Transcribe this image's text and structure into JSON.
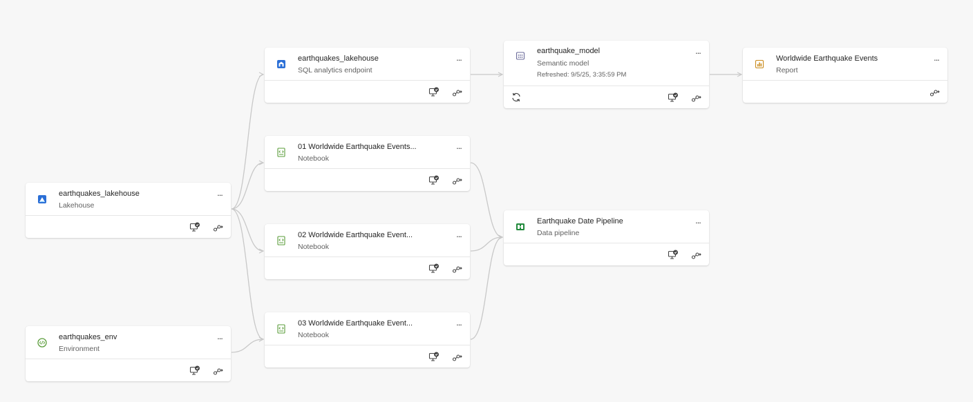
{
  "nodes": {
    "lakehouse": {
      "title": "earthquakes_lakehouse",
      "subtitle": "Lakehouse"
    },
    "env": {
      "title": "earthquakes_env",
      "subtitle": "Environment"
    },
    "sql": {
      "title": "earthquakes_lakehouse",
      "subtitle": "SQL analytics endpoint"
    },
    "nb1": {
      "title": "01 Worldwide Earthquake Events...",
      "subtitle": "Notebook"
    },
    "nb2": {
      "title": "02 Worldwide Earthquake Event...",
      "subtitle": "Notebook"
    },
    "nb3": {
      "title": "03 Worldwide Earthquake Event...",
      "subtitle": "Notebook"
    },
    "model": {
      "title": "earthquake_model",
      "subtitle": "Semantic model",
      "refreshed": "Refreshed: 9/5/25, 3:35:59 PM"
    },
    "pipeline": {
      "title": "Earthquake Date Pipeline",
      "subtitle": "Data pipeline"
    },
    "report": {
      "title": "Worldwide Earthquake Events",
      "subtitle": "Report"
    }
  },
  "common": {
    "more_label": "..."
  },
  "colors": {
    "edge": "#c8c8c8",
    "lakehouse_icon": "#2b6fd6",
    "notebook_icon": "#5a9c3a",
    "pipeline_icon": "#218a3c",
    "report_icon": "#c98a1b",
    "model_icon": "#6b6b9a"
  },
  "icons": {
    "lakehouse": "lakehouse-icon",
    "environment": "environment-icon",
    "sql": "sql-endpoint-icon",
    "notebook": "notebook-icon",
    "model": "semantic-model-icon",
    "pipeline": "data-pipeline-icon",
    "report": "report-icon",
    "workspace": "workspace-impact-icon",
    "lineage": "lineage-icon",
    "refresh": "refresh-icon",
    "more": "more-options-icon"
  }
}
